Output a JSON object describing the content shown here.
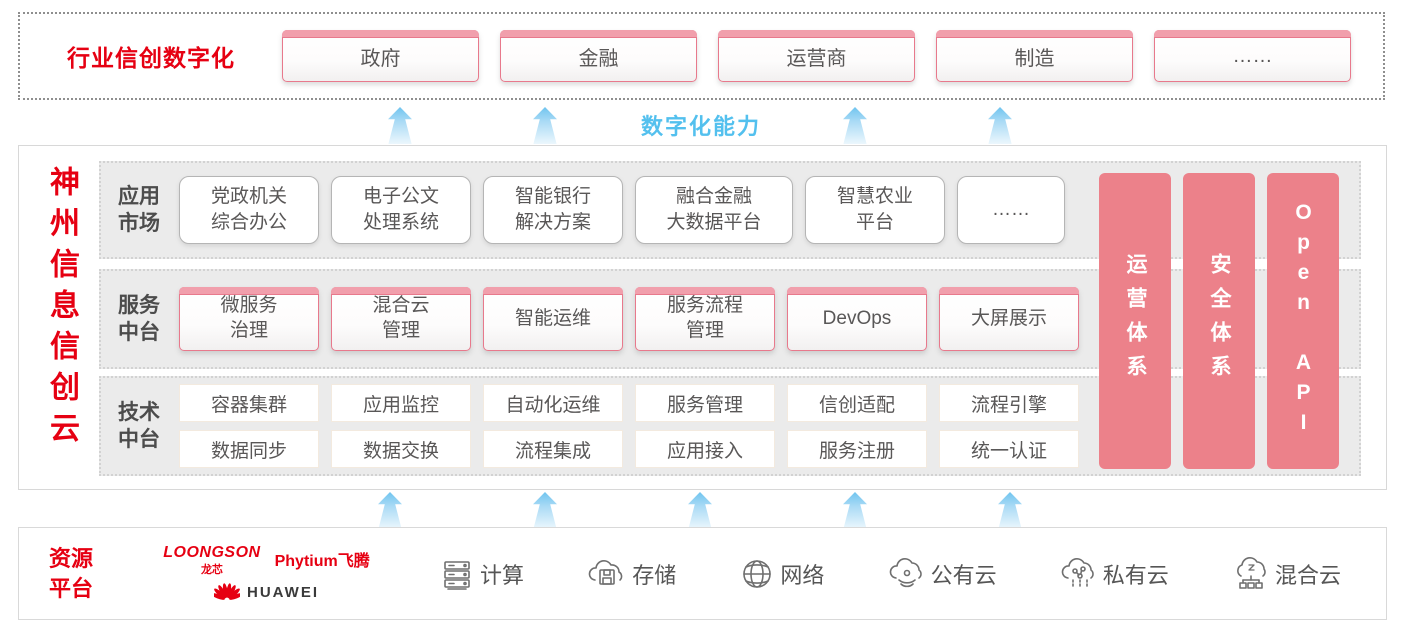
{
  "colors": {
    "brand_red": "#e60012",
    "pink_bar": "#ec818a",
    "capability_blue": "#53c0ee",
    "row_gray": "#ebebeb",
    "text_gray": "#595757"
  },
  "top_section": {
    "label": "行业信创数字化",
    "items": [
      "政府",
      "金融",
      "运营商",
      "制造",
      "……"
    ]
  },
  "capability_label": "数字化能力",
  "platform": {
    "title": "神州信息信创云",
    "app_row": {
      "label": "应用\n市场",
      "items": [
        "党政机关\n综合办公",
        "电子公文\n处理系统",
        "智能银行\n解决方案",
        "融合金融\n大数据平台",
        "智慧农业\n平台",
        "……"
      ]
    },
    "service_row": {
      "label": "服务\n中台",
      "items": [
        "微服务\n治理",
        "混合云\n管理",
        "智能运维",
        "服务流程\n管理",
        "DevOps",
        "大屏展示"
      ]
    },
    "tech_row": {
      "label": "技术\n中台",
      "items_top": [
        "容器集群",
        "应用监控",
        "自动化运维",
        "服务管理",
        "信创适配",
        "流程引擎"
      ],
      "items_bottom": [
        "数据同步",
        "数据交换",
        "流程集成",
        "应用接入",
        "服务注册",
        "统一认证"
      ]
    },
    "side_bars": [
      "运营体系",
      "安全体系",
      "Open API"
    ]
  },
  "resources": {
    "label": "资源\n平台",
    "vendors": {
      "loongson_name": "LOONGSON",
      "loongson_sub": "龙芯",
      "phytium_name": "Phytium飞腾",
      "huawei_name": "HUAWEI"
    },
    "items": [
      {
        "icon": "compute-icon",
        "label": "计算"
      },
      {
        "icon": "storage-icon",
        "label": "存储"
      },
      {
        "icon": "network-icon",
        "label": "网络"
      },
      {
        "icon": "public-cloud-icon",
        "label": "公有云"
      },
      {
        "icon": "private-cloud-icon",
        "label": "私有云"
      },
      {
        "icon": "hybrid-cloud-icon",
        "label": "混合云"
      }
    ]
  }
}
